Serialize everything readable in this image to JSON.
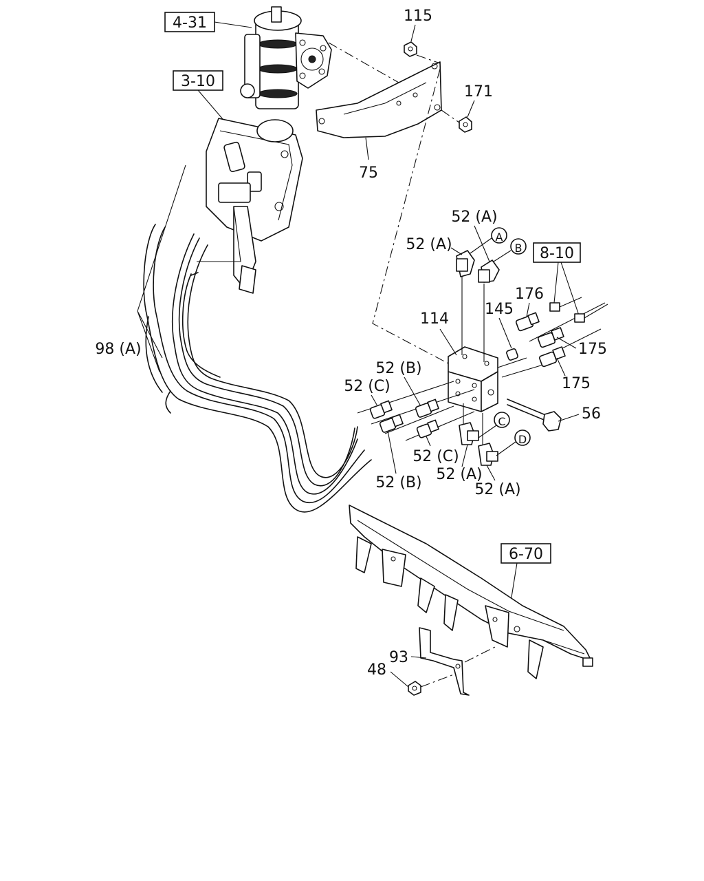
{
  "refs": {
    "r431": "4-31",
    "r310": "3-10",
    "r810": "8-10",
    "r670": "6-70"
  },
  "parts": {
    "p115": "115",
    "p171": "171",
    "p75": "75",
    "p52A_top_right": "52 (A)",
    "p52A_top_left": "52 (A)",
    "p8_10_note": "",
    "p176": "176",
    "p145": "145",
    "p114": "114",
    "p175_upper": "175",
    "p175_lower": "175",
    "p98A": "98 (A)",
    "p52B_upper": "52 (B)",
    "p52C_upper": "52 (C)",
    "p56": "56",
    "p52C_lower": "52 (C)",
    "p52A_lower_left": "52 (A)",
    "p52B_lower": "52 (B)",
    "p52A_lower_right": "52 (A)",
    "p93": "93",
    "p48": "48"
  },
  "callouts": {
    "A": "A",
    "B": "B",
    "C": "C",
    "D": "D"
  }
}
